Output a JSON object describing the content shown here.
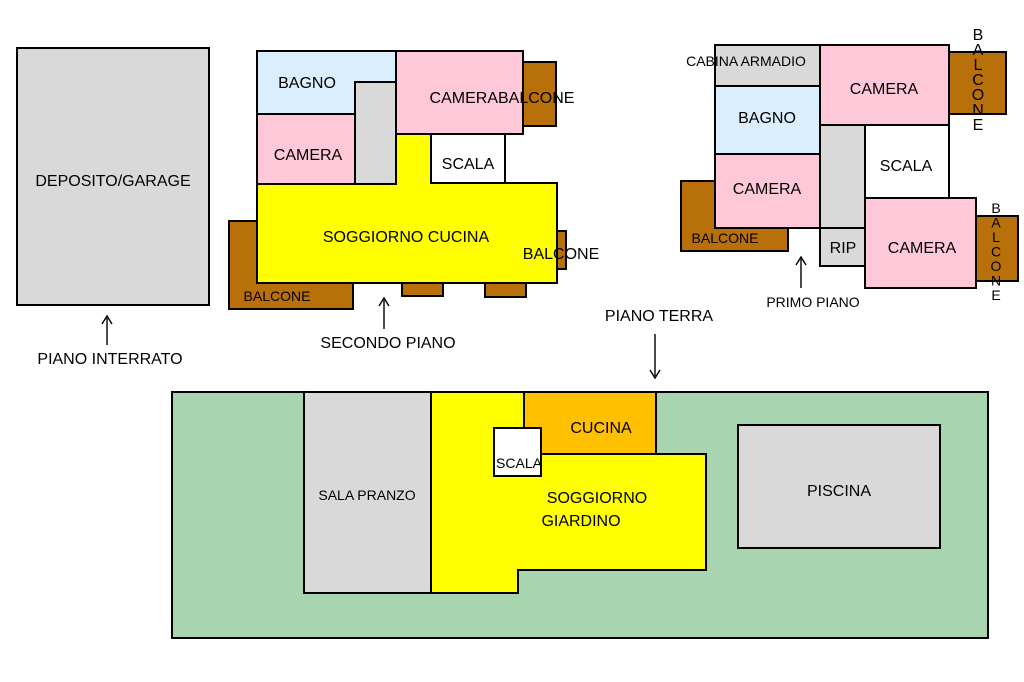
{
  "colors": {
    "gray": "#d9d9d9",
    "blue": "#dbeefd",
    "pink": "#ffc8d8",
    "yellow": "#ffff00",
    "orange": "#ffc000",
    "brown": "#b8700a",
    "green": "#a8d5b0",
    "white": "#ffffff"
  },
  "captions": {
    "piano_interrato": "PIANO INTERRATO",
    "secondo_piano": "SECONDO PIANO",
    "primo_piano": "PRIMO PIANO",
    "piano_terra": "PIANO TERRA"
  },
  "interrato": {
    "deposito": "DEPOSITO/GARAGE"
  },
  "secondo": {
    "bagno": "BAGNO",
    "camera_balcone": "CAMERABALCONE",
    "camera": "CAMERA",
    "scala": "SCALA",
    "soggiorno": "SOGGIORNO CUCINA",
    "balcone_right": "BALCONE",
    "balcone_bottom": "BALCONE"
  },
  "primo": {
    "cabina": "CABINA ARMADIO",
    "camera_top": "CAMERA",
    "balcone_v1": "BALCONE",
    "bagno": "BAGNO",
    "scala": "SCALA",
    "camera_left": "CAMERA",
    "balcone_left": "BALCONE",
    "rip": "RIP",
    "camera_right": "CAMERA",
    "balcone_v2": "BALCONE"
  },
  "terra": {
    "sala_pranzo": "SALA PRANZO",
    "cucina": "CUCINA",
    "scala": "SCALA",
    "soggiorno_1": "SOGGIORNO",
    "soggiorno_2": "GIARDINO",
    "piscina": "PISCINA"
  }
}
